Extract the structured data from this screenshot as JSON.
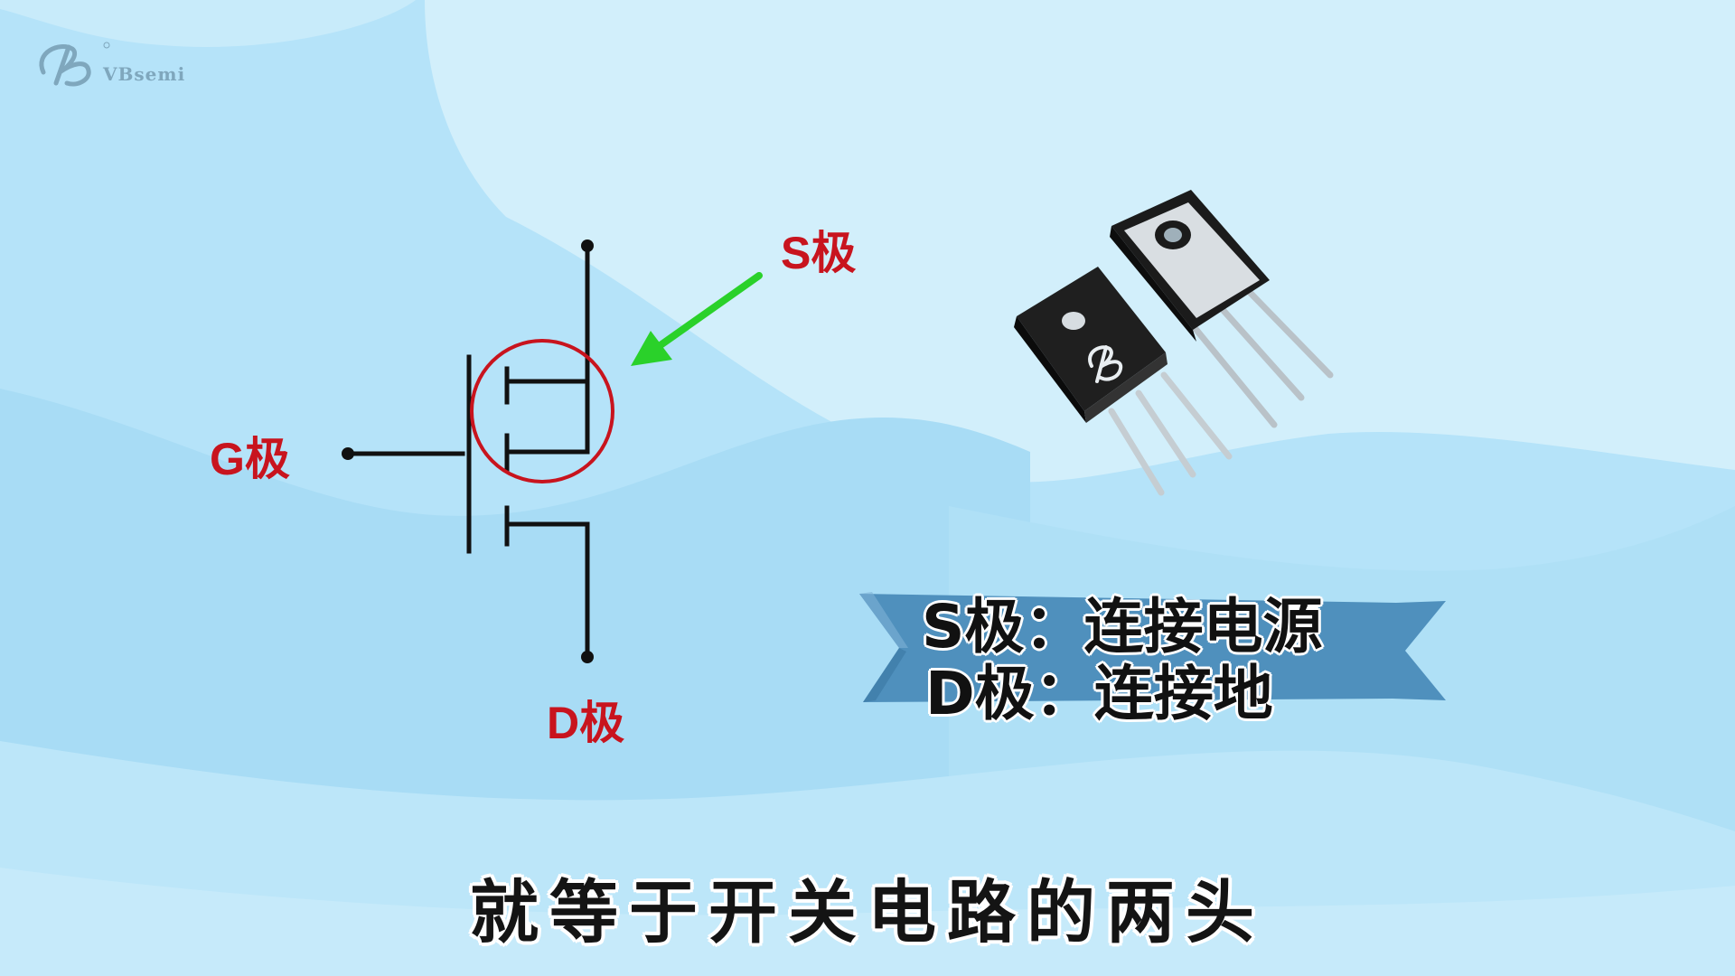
{
  "brand": {
    "name": "VBsemi",
    "color": "#7fa7bd"
  },
  "diagram": {
    "pins": {
      "s": "S极",
      "g": "G极",
      "d": "D极"
    },
    "colors": {
      "label": "#c8141e",
      "circle": "#c8141e",
      "arrow": "#2ad12a",
      "lines": "#111111"
    }
  },
  "banner": {
    "line1": "S极：连接电源",
    "line2": "D极：连接地",
    "color": "#4f90bd"
  },
  "subtitle": "就等于开关电路的两头",
  "device": {
    "icon": "to-247-mosfet-package-icon",
    "mark_icon": "vbsemi-logo-icon"
  }
}
